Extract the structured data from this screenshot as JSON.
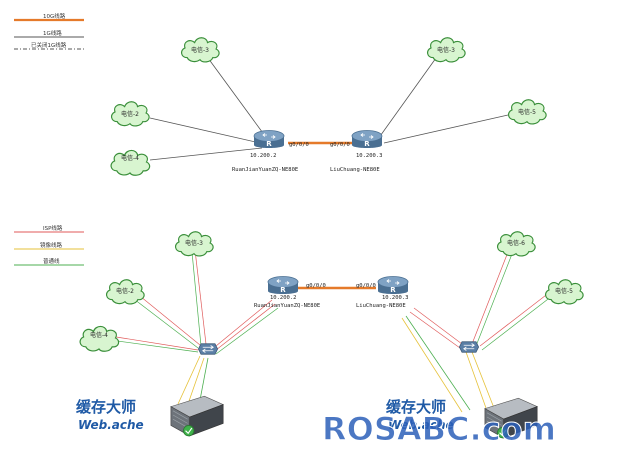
{
  "top": {
    "legend": [
      {
        "label": "10G线路",
        "color": "#e57a2a",
        "style": "solid"
      },
      {
        "label": "1G线路",
        "color": "#555555",
        "style": "solid"
      },
      {
        "label": "已关闭1G线路",
        "color": "#555555",
        "style": "dashdot"
      }
    ],
    "clouds": [
      {
        "label": "电信-3"
      },
      {
        "label": "电信-2"
      },
      {
        "label": "电信-4"
      },
      {
        "label": "电信-3"
      },
      {
        "label": "电信-5"
      }
    ],
    "routers": [
      {
        "port": "g0/0/0",
        "id": "10.200.2",
        "name": "RuanJianYuanZQ-NE80E"
      },
      {
        "port": "g0/0/0",
        "id": "10.200.3",
        "name": "LiuChuang-NE80E"
      }
    ]
  },
  "bottom": {
    "legend": [
      {
        "label": "ISP线路",
        "color": "#e05a5a",
        "style": "solid"
      },
      {
        "label": "镜像线路",
        "color": "#e6c23a",
        "style": "solid"
      },
      {
        "label": "普通线",
        "color": "#4caf50",
        "style": "solid"
      }
    ],
    "clouds": [
      {
        "label": "电信-3"
      },
      {
        "label": "电信-2"
      },
      {
        "label": "电信-4"
      },
      {
        "label": "电信-6"
      },
      {
        "label": "电信-5"
      }
    ],
    "routers": [
      {
        "port": "g0/0/0",
        "id": "10.200.2",
        "name": "RuanJianYuanZQ-NE80E"
      },
      {
        "port": "g0/0/0",
        "id": "10.200.3",
        "name": "LiuChuang-NE80E"
      }
    ],
    "logos": [
      {
        "cn": "缓存大师",
        "en": "Web.ache"
      },
      {
        "cn": "缓存大师",
        "en": "Web.ache"
      }
    ]
  },
  "watermark": {
    "text": "ROSABC.com"
  },
  "colors": {
    "cloud_fill": "#d8f5d0",
    "cloud_stroke": "#3a8f3a",
    "router_body": "#4a6f92",
    "router_top": "#7fa2c4",
    "tengig": "#e57a2a",
    "onegig": "#555555",
    "isp": "#e05a5a",
    "mirror": "#e6c23a",
    "normal": "#4caf50",
    "logo_blue": "#1f5aa6",
    "watermark_blue": "#2b5fb8"
  }
}
